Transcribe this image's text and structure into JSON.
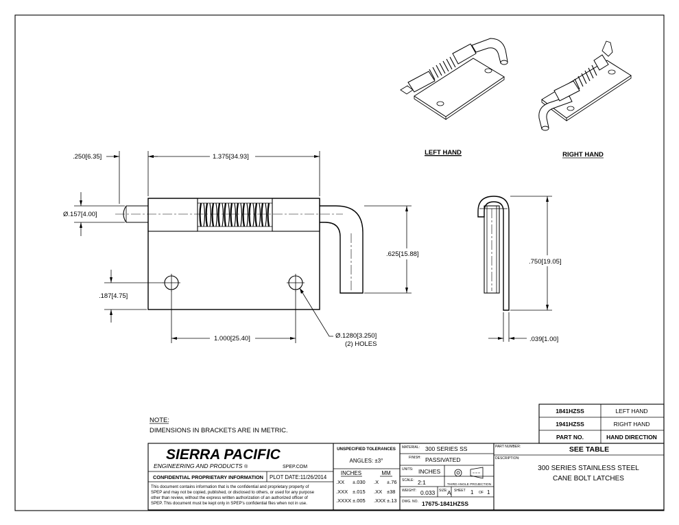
{
  "views": {
    "left_hand_label": "LEFT HAND",
    "right_hand_label": "RIGHT HAND"
  },
  "dimensions": {
    "d_250": ".250",
    "d_250_mm": "6.35",
    "d_1375": "1.375",
    "d_1375_mm": "34.93",
    "d_157": ".157",
    "d_157_mm": "4.00",
    "d_625": ".625",
    "d_625_mm": "15.88",
    "d_187": ".187",
    "d_187_mm": "4.75",
    "d_1000": "1.000",
    "d_1000_mm": "25.40",
    "d_1280": ".1280",
    "d_1280_mm": "3.250",
    "holes_note": "(2) HOLES",
    "d_750": ".750",
    "d_750_mm": "19.05",
    "d_039": ".039",
    "d_039_mm": "1.00",
    "diameter_symbol": "Ø"
  },
  "part_table": {
    "rows": [
      {
        "part": "1841HZSS",
        "direction": "LEFT HAND"
      },
      {
        "part": "1941HZSS",
        "direction": "RIGHT HAND"
      }
    ],
    "header_part": "PART NO.",
    "header_direction": "HAND DIRECTION"
  },
  "note": {
    "title": "NOTE:",
    "text": "DIMENSIONS IN BRACKETS ARE IN METRIC."
  },
  "title_block": {
    "company": "SIERRA PACIFIC",
    "company_sub": "ENGINEERING AND PRODUCTS",
    "registered": "®",
    "website": "SPEP.COM",
    "confidential_label": "CONFIDENTIAL PROPRIETARY INFORMATION",
    "plot_date_label": "PLOT DATE:",
    "plot_date": "11/26/2014",
    "legal_lines": [
      "This document contains information that is the confidential and proprietary property of",
      "SPEP and may not be copied, published, or disclosed to others, or used for any purpose",
      "other than review, without the express written authorization of an authorized officer of",
      "SPEP. This document must be kept only in SPEP's confidential files when not in use."
    ],
    "tolerances_title": "UNSPECIFIED TOLERANCES",
    "angles": "ANGLES: ±3°",
    "inches_header": "INCHES",
    "mm_header": "MM",
    "tol_rows": [
      {
        "in_fmt": ".XX",
        "in_tol": "±.030",
        "mm_fmt": ".X",
        "mm_tol": "±.76"
      },
      {
        "in_fmt": ".XXX",
        "in_tol": "±.015",
        "mm_fmt": ".XX",
        "mm_tol": "±38"
      },
      {
        "in_fmt": ".XXXX",
        "in_tol": "±.005",
        "mm_fmt": ".XXX",
        "mm_tol": "±.13"
      }
    ],
    "material_label": "MATERIAL:",
    "material": "300 SERIES SS",
    "finish_label": "FINISH:",
    "finish": "PASSIVATED",
    "units_label": "UNITS:",
    "units": "INCHES",
    "projection_label": "THIRD ANGLE PROJECTION",
    "scale_label": "SCALE:",
    "scale": "2:1",
    "weight_label": "WEIGHT:",
    "weight": "0.033",
    "size_label": "SIZE:",
    "size": "A",
    "sheet_label": "SHEET",
    "sheet": "1",
    "of_label": "OF",
    "sheet_total": "1",
    "dwg_label": "DWG. NO.",
    "dwg": "17675-1841HZSS",
    "part_number_label": "PART NUMBER:",
    "part_number": "SEE TABLE",
    "description_label": "DESCRIPTION:",
    "description_line1": "300 SERIES STAINLESS STEEL",
    "description_line2": "CANE BOLT LATCHES"
  }
}
